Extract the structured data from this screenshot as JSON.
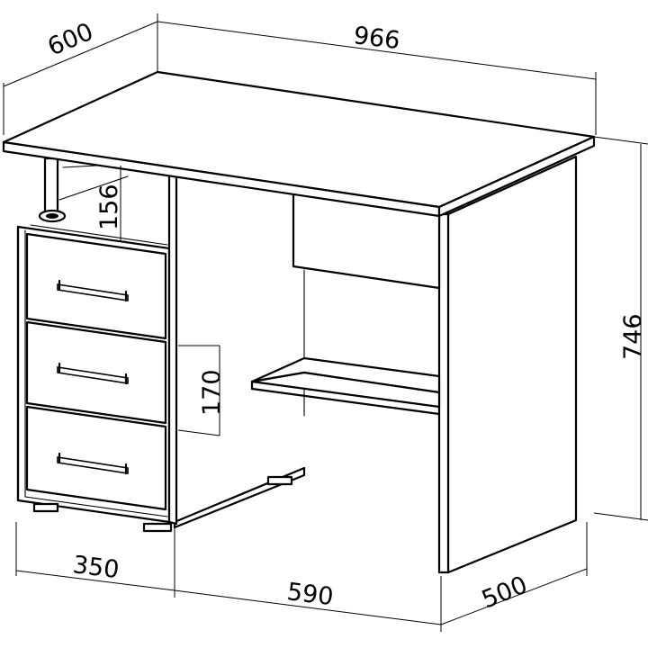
{
  "dimensions": {
    "depth_total": "600",
    "width_total": "966",
    "height_total": "746",
    "pedestal_width": "350",
    "opening_width": "590",
    "leg_depth": "500",
    "top_clearance": "156",
    "drawer_height": "170"
  },
  "drawers": [
    {
      "name": "drawer-top"
    },
    {
      "name": "drawer-middle"
    },
    {
      "name": "drawer-bottom"
    }
  ],
  "colors": {
    "line": "#000000",
    "background": "#ffffff"
  }
}
